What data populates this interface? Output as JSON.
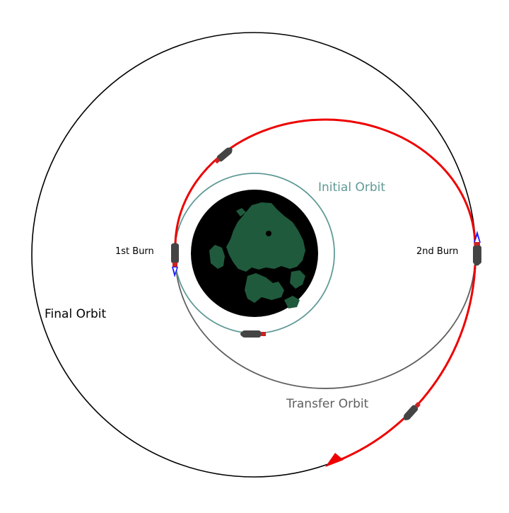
{
  "labels": {
    "first_burn": "1st Burn",
    "second_burn": "2nd Burn",
    "initial_orbit": "Initial Orbit",
    "transfer_orbit": "Transfer Orbit",
    "final_orbit": "Final Orbit"
  },
  "colors": {
    "background": "#ffffff",
    "final_orbit": "#000000",
    "initial_orbit": "#5f9a96",
    "transfer_orbit": "#5e5e5e",
    "trajectory": "#ee0000",
    "earth_space": "#000000",
    "earth_land": "#1f5a3c",
    "spacecraft": "#444444",
    "thrust_flame": "#1a1aff",
    "thrust_nozzle": "#cc2222"
  },
  "icons": {
    "spacecraft": "spacecraft-icon",
    "earth": "earth-icon",
    "direction_arrow": "arrowhead-icon"
  }
}
